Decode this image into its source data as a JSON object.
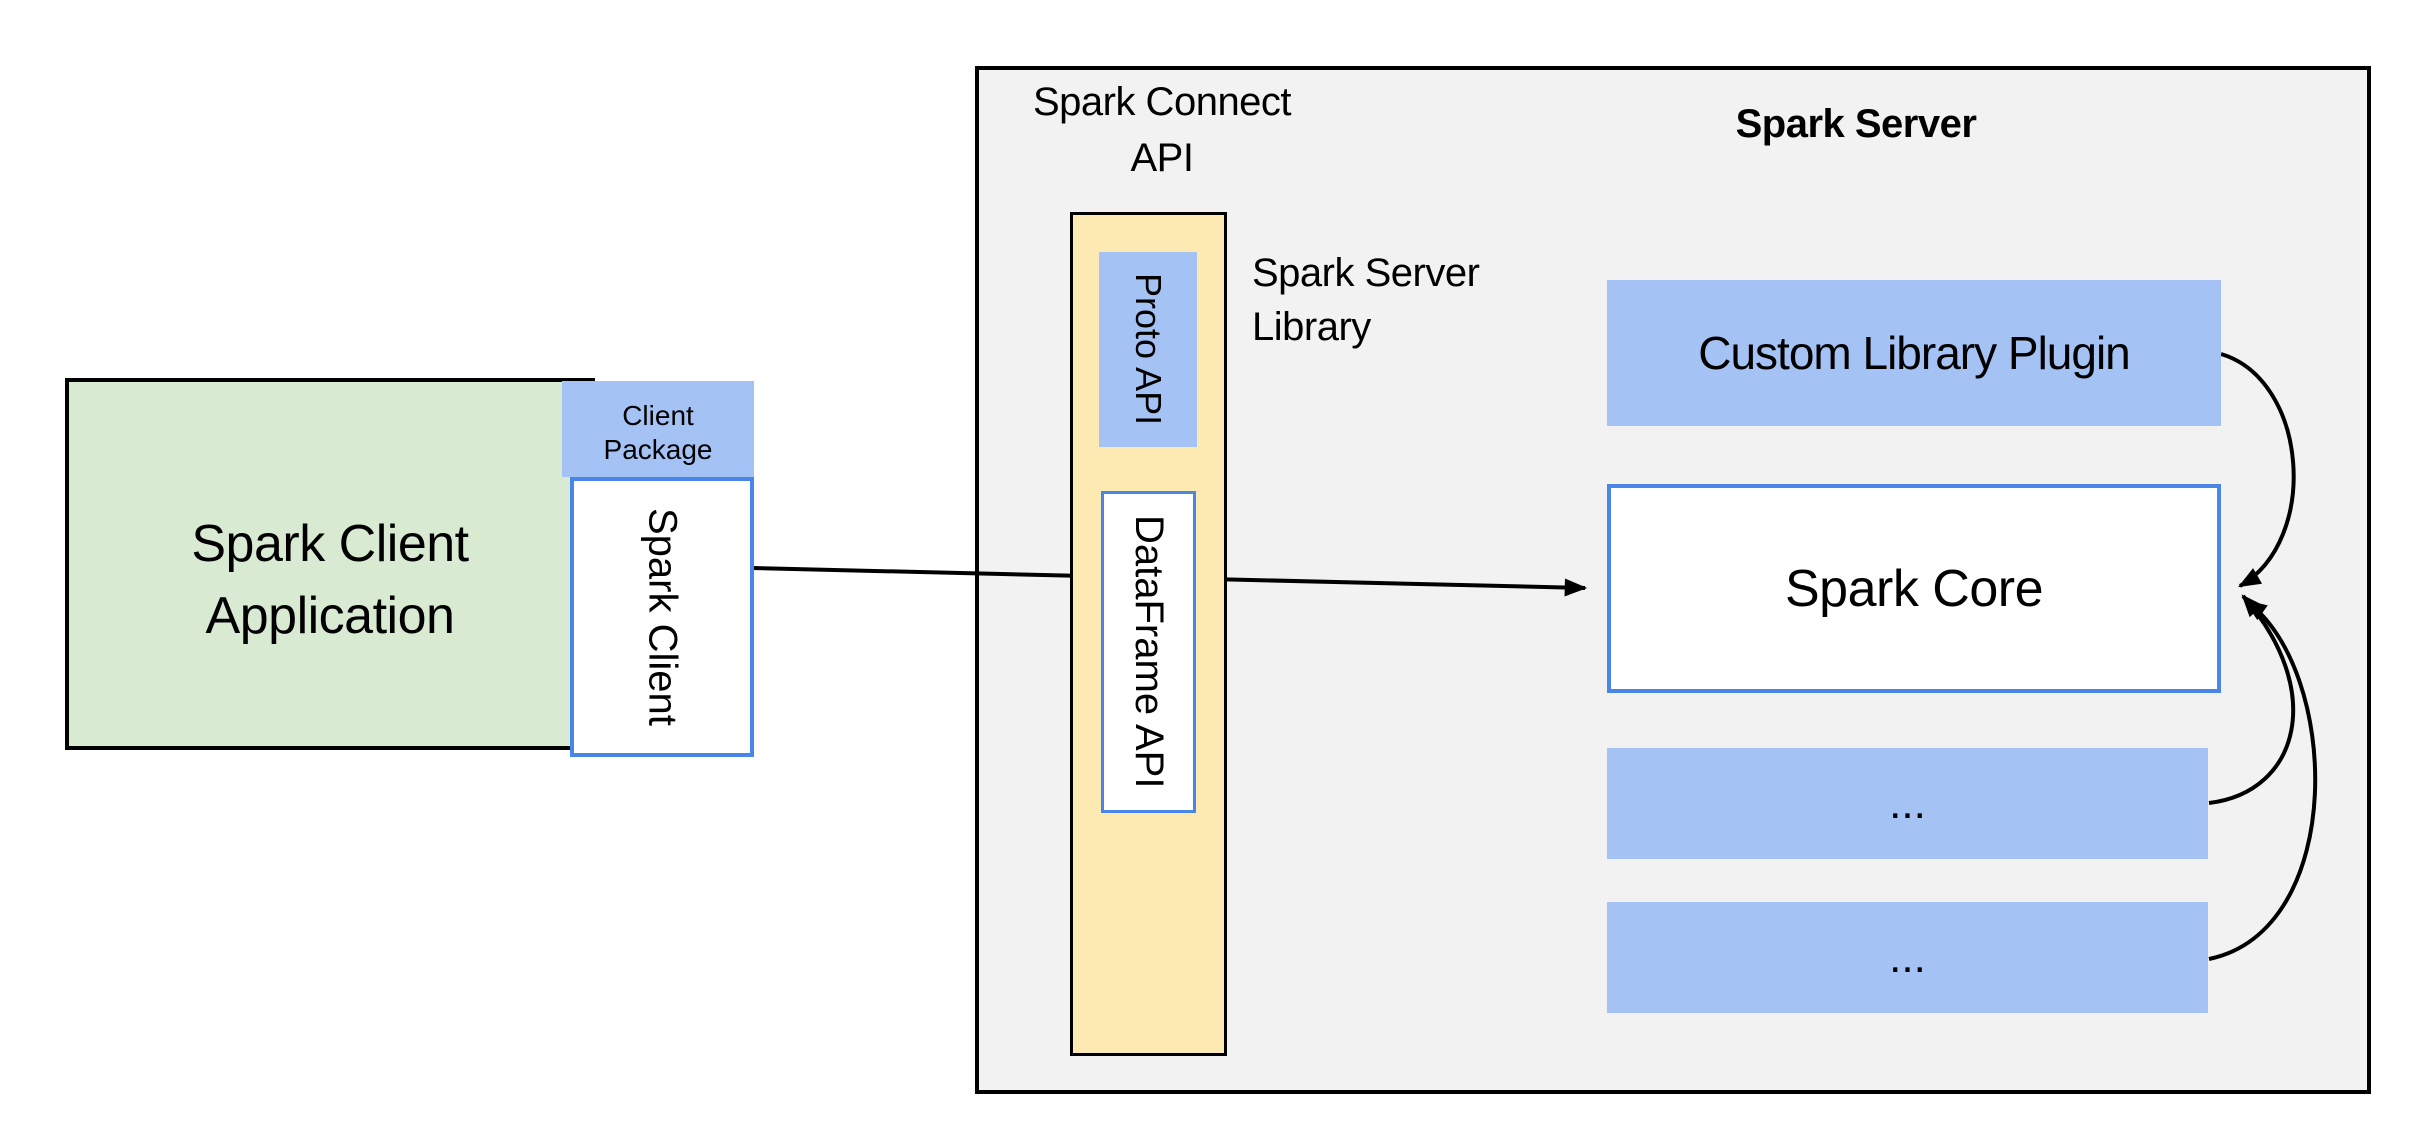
{
  "colors": {
    "background": "#ffffff",
    "container_fill": "#f2f2f2",
    "green_fill": "#d9ead3",
    "blue_fill": "#a4c2f4",
    "yellow_fill": "#fdeab3",
    "blue_border": "#4a86e8",
    "line_color": "#000000"
  },
  "client_app": {
    "line1": "Spark Client",
    "line2": "Application"
  },
  "client_package": {
    "line1": "Client",
    "line2": "Package"
  },
  "spark_client": {
    "label": "Spark Client"
  },
  "connect": {
    "title_line1": "Spark Connect",
    "title_line2": "API"
  },
  "connect_column": {
    "proto_api": "Proto API",
    "dataframe_api": "DataFrame API"
  },
  "server_library": {
    "line1": "Spark Server",
    "line2": "Library"
  },
  "server": {
    "title": "Spark Server",
    "plugin": "Custom Library Plugin",
    "core": "Spark Core",
    "module1": "...",
    "module2": "..."
  }
}
